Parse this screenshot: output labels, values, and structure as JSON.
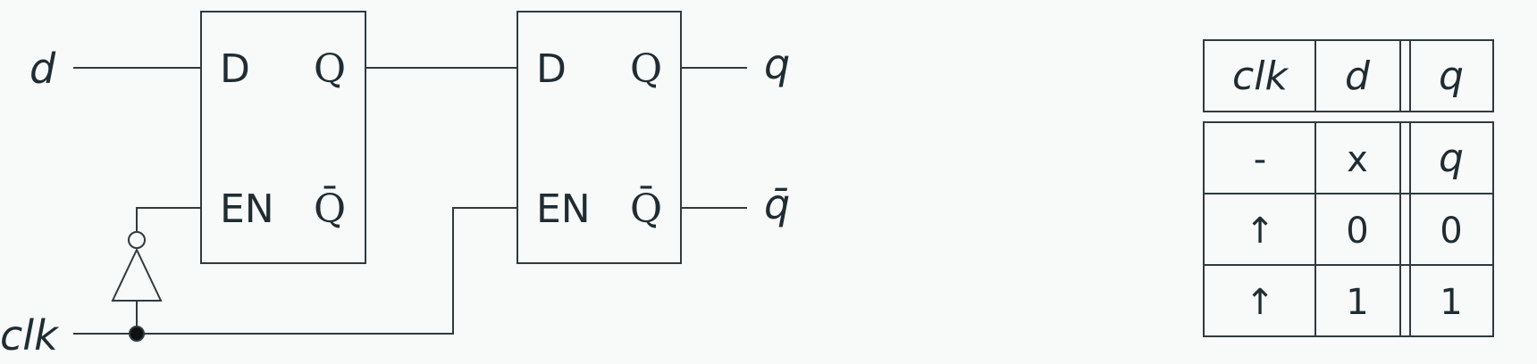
{
  "flipflops": [
    {
      "d_port": "D",
      "q_port": "Q",
      "en_port": "EN",
      "qbar_port": "Q̄"
    },
    {
      "d_port": "D",
      "q_port": "Q",
      "en_port": "EN",
      "qbar_port": "Q̄"
    }
  ],
  "signals": {
    "input_d": "d",
    "input_clk": "clk",
    "output_q": "q",
    "output_qbar": "q̄"
  },
  "truth_table": {
    "headers": [
      "clk",
      "d",
      "q"
    ],
    "rows": [
      [
        "-",
        "x",
        "q"
      ],
      [
        "↑",
        "0",
        "0"
      ],
      [
        "↑",
        "1",
        "1"
      ]
    ]
  }
}
